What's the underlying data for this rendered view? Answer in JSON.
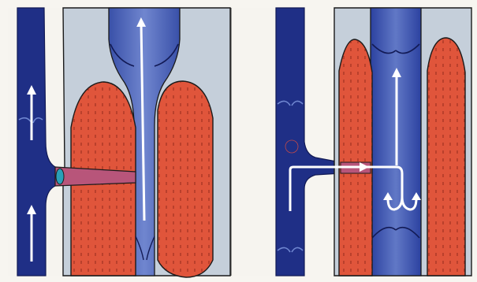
{
  "figure": {
    "panels": [
      {
        "id": "left",
        "arrows": [
          "up",
          "up",
          "up"
        ]
      },
      {
        "id": "right",
        "arrows": [
          "up",
          "right",
          "up",
          "down-split"
        ]
      }
    ]
  },
  "colors": {
    "deep_vein": "#1f2f86",
    "vein_blue": "#4a63b3",
    "vein_mid": "#6a80c9",
    "muscle_red": "#e0553b",
    "muscle_outline": "#1b1b1b",
    "fascia": "#c3ced9",
    "background": "#f6f4ef",
    "arrow": "#ffffff"
  }
}
